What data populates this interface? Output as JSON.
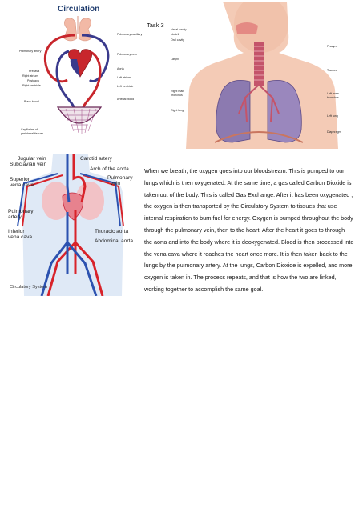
{
  "task_label": "Task 3",
  "circulation": {
    "title": "Circulation",
    "labels": {
      "pulmonary_capillary": "Pulmonary capillary",
      "pulmonary_artery": "Pulmonary artery",
      "pulmonary_vein": "Pulmonary vein",
      "precava": "Precava",
      "right_atrium": "Right atrium",
      "postcava": "Postcava",
      "right_ventricle": "Right ventricle",
      "black_blood": "Black blood",
      "aorta": "Aorta",
      "left_atrium": "Left atrium",
      "left_ventricle": "Left ventricle",
      "arterial_blood": "Arterial blood",
      "capillaries_1": "Capillaries of",
      "capillaries_2": "peripheral tissues"
    }
  },
  "respiratory": {
    "labels": {
      "nasal_cavity": "Nasal cavity",
      "nostril": "Nostril",
      "oral_cavity": "Oral cavity",
      "pharynx": "Pharynx",
      "larynx": "Larynx",
      "trachea": "Trachea",
      "right_main_bronchus_1": "Right main",
      "right_main_bronchus_2": "bronchus",
      "left_main_bronchus_1": "Left main",
      "left_main_bronchus_2": "bronchus",
      "right_lung": "Right lung",
      "left_lung": "Left lung",
      "diaphragm": "Diaphragm"
    }
  },
  "circulatory_system": {
    "labels": {
      "jugular_vein": "Jugular vein",
      "subclavian_vein": "Subclavian vein",
      "carotid_artery": "Carotid artery",
      "arch_of_aorta": "Arch of the aorta",
      "superior_vena_cava_1": "Superior",
      "superior_vena_cava_2": "vena cava",
      "pulmonary_vein_1": "Pulmonary",
      "pulmonary_vein_2": "vein",
      "pulmonary_artery_1": "Pulmonary",
      "pulmonary_artery_2": "artery",
      "inferior_vena_cava_1": "Inferior",
      "inferior_vena_cava_2": "vena cava",
      "thoracic_aorta": "Thoracic aorta",
      "abdominal_aorta": "Abdominal aorta"
    },
    "caption": "Circulatory System"
  },
  "paragraph": "When we breath, the oxygen goes into our bloodstream. This is pumped to our lungs which is then oxygenated. At the same time, a gas called Carbon Dioxide is taken out of the body. This is called Gas Exchange. After it has been oxygenated , the oxygen is then transported by the Circulatory System to tissues that use internal respiration to burn fuel for energy. Oxygen is pumped throughout the body through the pulmonary vein, then to the heart. After the heart it goes to through the aorta and into the body where it is deoxygenated. Blood is then processed into the vena cava where it reaches the heart once more. It is then taken back to the lungs by the pulmonary artery. At the lungs, Carbon Dioxide is expelled, and more oxygen is taken in. The process repeats, and that is how the two are linked, working together to accomplish the same goal."
}
